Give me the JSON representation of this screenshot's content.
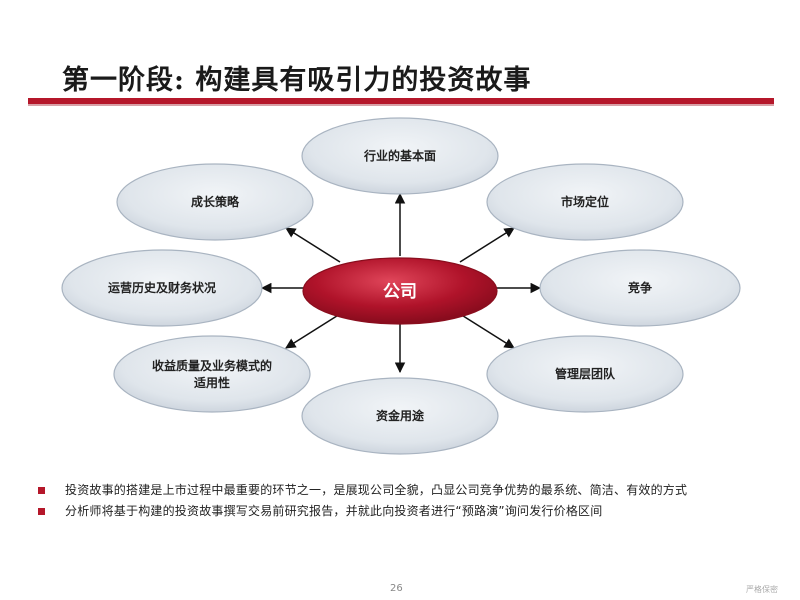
{
  "title": "第一阶段: 构建具有吸引力的投资故事",
  "center": {
    "label": "公司"
  },
  "nodes": [
    {
      "id": "fundamentals",
      "label": "行业的基本面"
    },
    {
      "id": "growth",
      "label": "成长策略"
    },
    {
      "id": "market",
      "label": "市场定位"
    },
    {
      "id": "history",
      "label": "运营历史及财务状况"
    },
    {
      "id": "competition",
      "label": "竞争"
    },
    {
      "id": "earnings",
      "label": "收益质量及业务模式的",
      "label2": "适用性"
    },
    {
      "id": "management",
      "label": "管理层团队"
    },
    {
      "id": "funds",
      "label": "资金用途"
    }
  ],
  "bullets": [
    "投资故事的搭建是上市过程中最重要的环节之一，是展现公司全貌，凸显公司竞争优势的最系统、简洁、有效的方式",
    "分析师将基于构建的投资故事撰写交易前研究报告，并就此向投资者进行“预路演”询问发行价格区间"
  ],
  "footer": {
    "page_number": "26",
    "confidential": "严格保密"
  },
  "colors": {
    "accent": "#b5172a",
    "node_fill": "#dde3ea",
    "node_stroke": "#a9b4c1",
    "center_fill": "#b0132a"
  }
}
